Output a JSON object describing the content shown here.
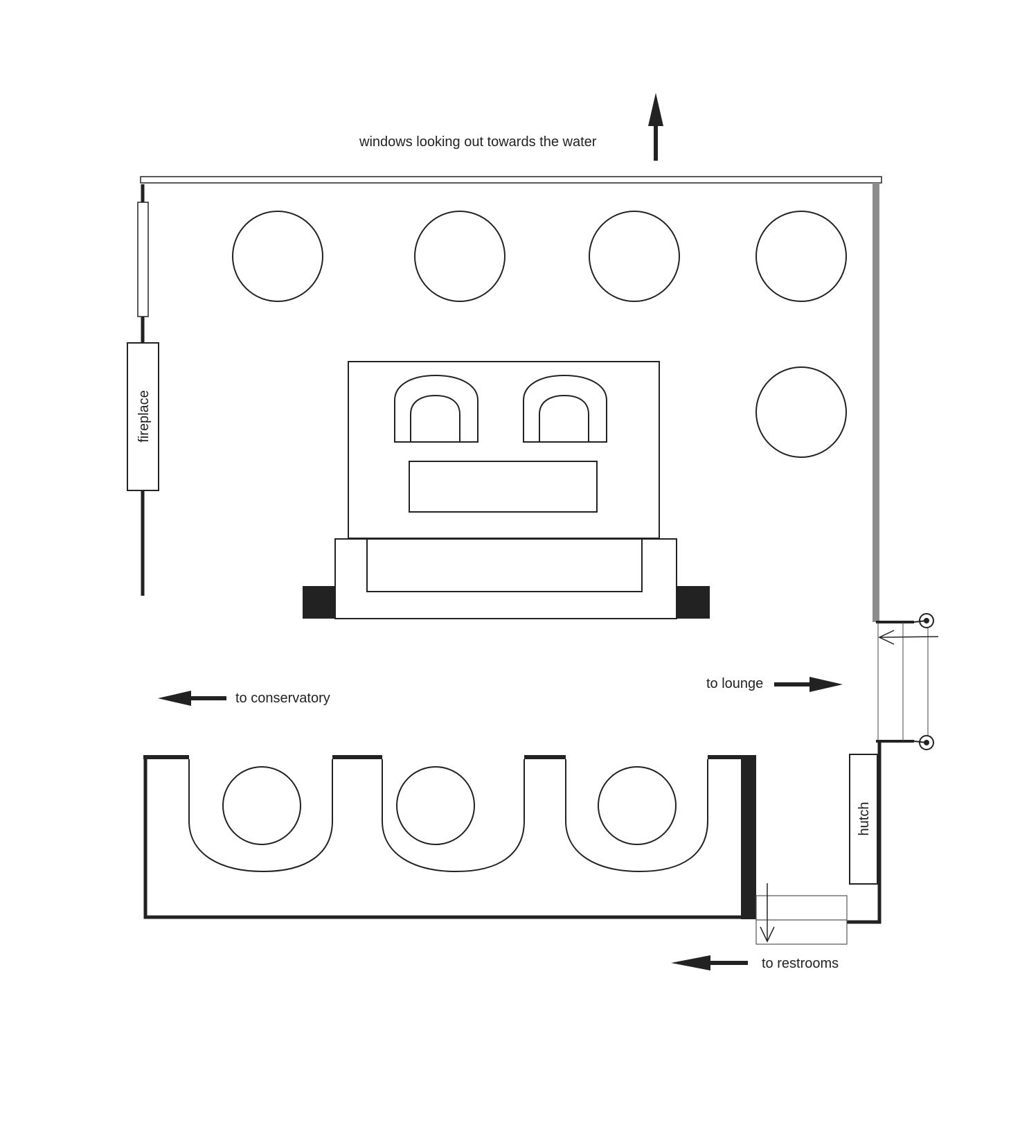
{
  "labels": {
    "windows": "windows looking out towards the water",
    "fireplace": "fireplace",
    "to_conservatory": "to conservatory",
    "to_lounge": "to lounge",
    "hutch": "hutch",
    "to_restrooms": "to restrooms"
  },
  "colors": {
    "ink": "#222222",
    "gray_wall": "#8c8c8c",
    "background": "#ffffff"
  }
}
